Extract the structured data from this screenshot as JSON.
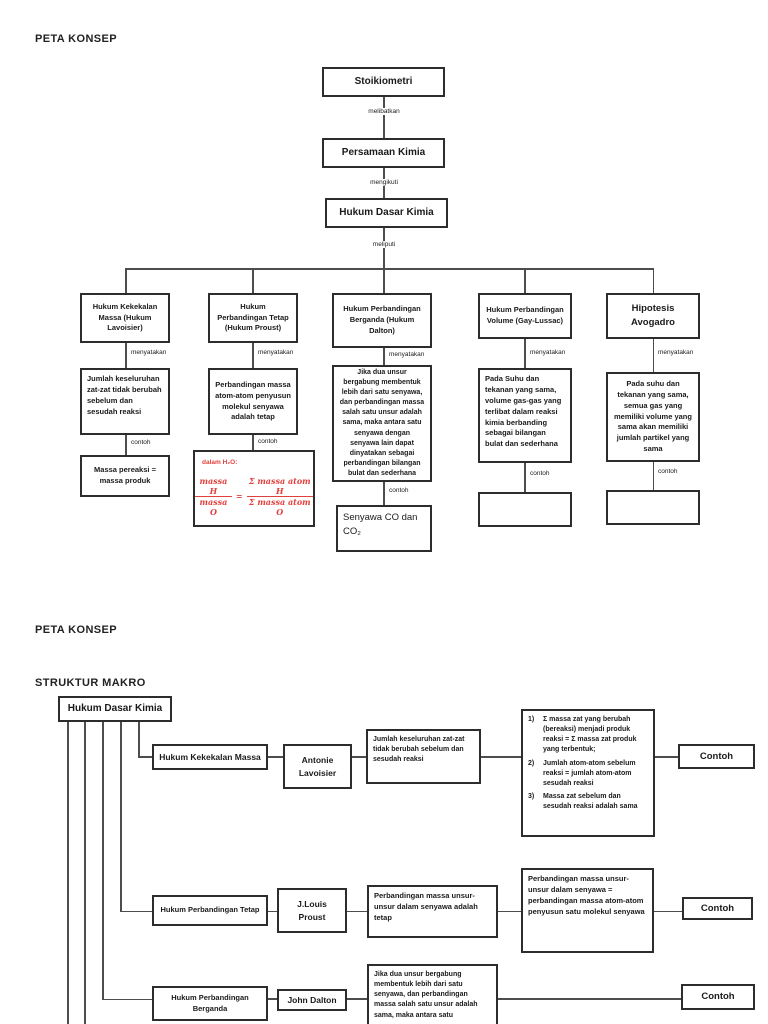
{
  "page": {
    "header1": "PETA KONSEP",
    "header2": "PETA KONSEP",
    "subheader2": "STRUKTUR MAKRO"
  },
  "colors": {
    "accent_red": "#e2403d",
    "line": "#4d4d4d",
    "box_border": "#2d2d2d"
  },
  "top_map": {
    "node1": "Stoikiometri",
    "edge1": "melibatkan",
    "node2": "Persamaan Kimia",
    "edge2": "mengikuti",
    "node3": "Hukum Dasar Kimia",
    "edge3": "meliputi",
    "columns": [
      {
        "title": "Hukum Kekekalan Massa (Hukum Lavoisier)",
        "edge_top": "menyatakan",
        "description": "Jumlah keseluruhan zat-zat tidak berubah sebelum dan sesudah reaksi",
        "edge_bottom": "contoh",
        "example": "Massa pereaksi = massa produk"
      },
      {
        "title": "Hukum Perbandingan Tetap (Hukum Proust)",
        "edge_top": "menyatakan",
        "description": "Perbandingan massa atom-atom penyusun molekul senyawa adalah tetap",
        "edge_bottom": "contoh",
        "example_intro": "dalam H₂O:",
        "formula": {
          "lhs_num": "massa H",
          "lhs_den": "massa O",
          "eq": "=",
          "rhs_num": "Σ massa atom H",
          "rhs_den": "Σ massa atom O"
        }
      },
      {
        "title": "Hukum Perbandingan Berganda (Hukum Dalton)",
        "edge_top": "menyatakan",
        "description": "Jika dua unsur bergabung membentuk lebih dari satu senyawa, dan perbandingan massa salah satu unsur adalah sama, maka antara satu senyawa dengan senyawa lain dapat dinyatakan sebagai perbandingan bilangan bulat dan sederhana",
        "edge_bottom": "contoh",
        "example": "Senyawa CO dan CO₂"
      },
      {
        "title": "Hukum Perbandingan Volume (Gay-Lussac)",
        "edge_top": "menyatakan",
        "description": "Pada Suhu dan tekanan yang sama, volume gas-gas yang terlibat dalam reaksi kimia berbanding sebagai bilangan bulat dan sederhana",
        "edge_bottom": "contoh",
        "example": ""
      },
      {
        "title": "Hipotesis Avogadro",
        "edge_top": "menyatakan",
        "description": "Pada suhu dan tekanan yang sama, semua gas yang memiliki volume yang sama akan memiliki jumlah partikel yang sama",
        "edge_bottom": "contoh",
        "example": ""
      }
    ]
  },
  "macro_map": {
    "root": "Hukum Dasar Kimia",
    "rows": [
      {
        "law": "Hukum Kekekalan Massa",
        "scientist": "Antonie Lavoisier",
        "description": "Jumlah keseluruhan zat-zat tidak berubah sebelum dan sesudah reaksi",
        "details": [
          {
            "n": "1)",
            "text": "Σ massa zat yang berubah (bereaksi) menjadi produk reaksi = Σ  massa zat produk yang terbentuk;"
          },
          {
            "n": "2)",
            "text": "Jumlah atom-atom sebelum reaksi = jumlah atom-atom sesudah reaksi"
          },
          {
            "n": "3)",
            "text": "Massa zat sebelum dan sesudah reaksi adalah sama"
          }
        ],
        "contoh": "Contoh"
      },
      {
        "law": "Hukum Perbandingan Tetap",
        "scientist": "J.Louis Proust",
        "description": "Perbandingan massa unsur-unsur dalam senyawa adalah tetap",
        "summary": "Perbandingan massa unsur-unsur dalam senyawa = perbandingan massa atom-atom penyusun satu molekul senyawa",
        "contoh": "Contoh"
      },
      {
        "law": "Hukum Perbandingan Berganda",
        "scientist": "John Dalton",
        "description": "Jika dua unsur bergabung membentuk lebih dari satu senyawa, dan perbandingan massa salah satu unsur adalah sama, maka antara satu",
        "contoh": "Contoh"
      }
    ]
  }
}
